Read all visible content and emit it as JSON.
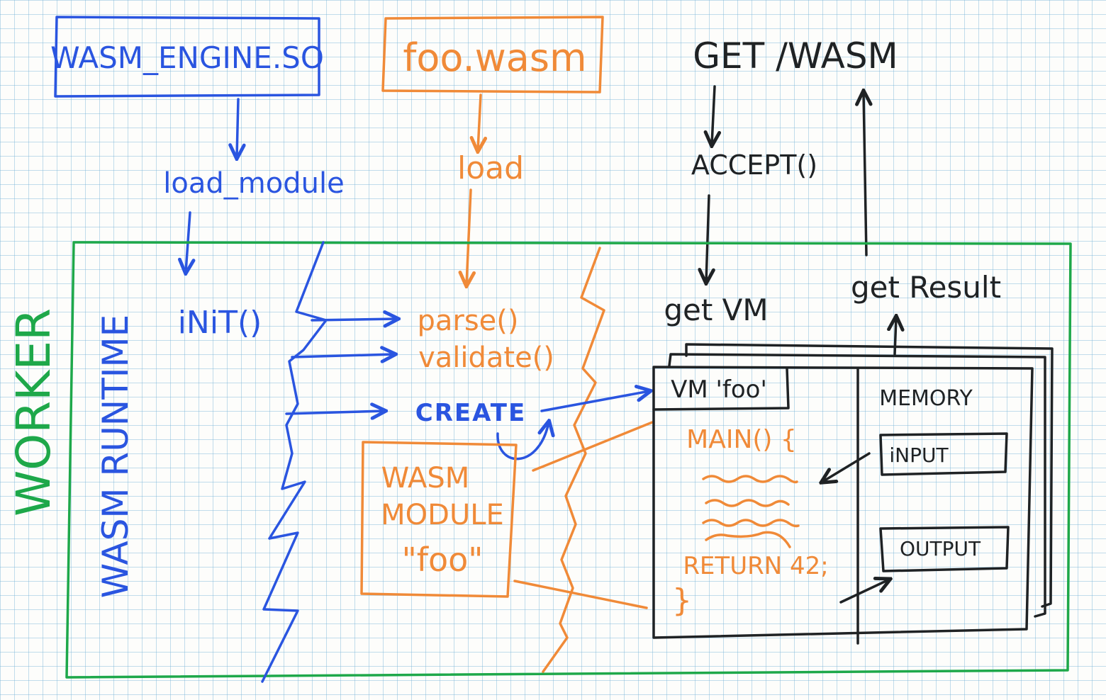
{
  "diagram": {
    "title": "WASM worker architecture",
    "colors": {
      "engine": "#2a55e0",
      "module": "#f08a38",
      "request": "#1f2224",
      "worker": "#1ea84a",
      "grid": "#78b4d7"
    },
    "top": {
      "engine_box": "WASM_ENGINE.SO",
      "engine_step": "load_module",
      "wasm_file_box": "foo.wasm",
      "wasm_file_step": "load",
      "request_label": "GET /WASM",
      "request_step": "ACCEPT()"
    },
    "worker": {
      "label": "WORKER",
      "runtime_label": "WASM RUNTIME",
      "init_call": "iNiT()",
      "parse_call": "parse()",
      "validate_call": "validate()",
      "create_call": "CREATE",
      "module_box": [
        "WASM",
        "MODULE",
        "\"foo\""
      ],
      "get_vm": "get VM",
      "get_result": "get Result"
    },
    "vm": {
      "title": "VM 'foo'",
      "code_main": "MAIN() {",
      "code_return": "RETURN 42;",
      "code_close": "}",
      "memory_label": "MEMORY",
      "input_label": "iNPUT",
      "output_label": "OUTPUT"
    }
  }
}
